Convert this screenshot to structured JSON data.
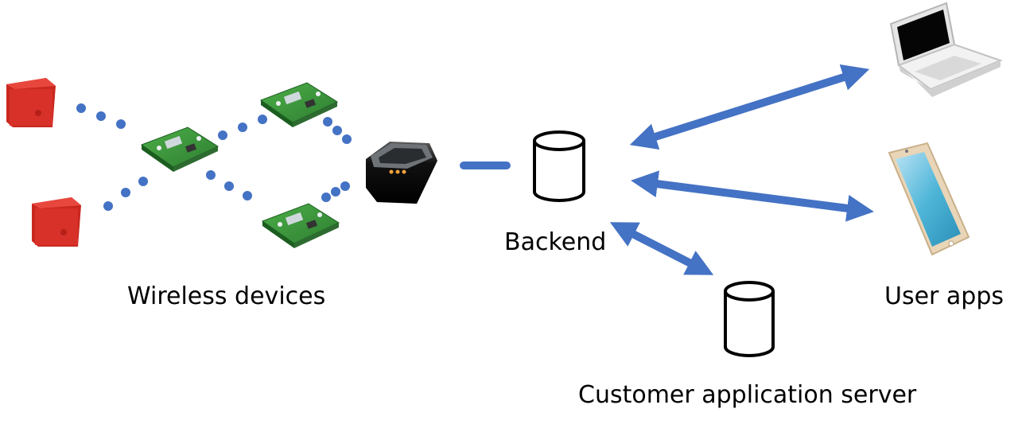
{
  "labels": {
    "wireless_devices": "Wireless devices",
    "backend": "Backend",
    "user_apps": "User apps",
    "customer_server": "Customer application server"
  },
  "colors": {
    "connector": "#4472c4",
    "sensor_tag": "#d7312a",
    "pcb": "#3f9a3a",
    "gateway": "#1a1a1a",
    "text": "#000000"
  },
  "icons": {
    "sensor_tag": "red-sensor-tag-icon",
    "mesh_node": "green-circuit-board-icon",
    "gateway": "black-gateway-icon",
    "database": "database-cylinder-icon",
    "laptop": "laptop-icon",
    "phone": "smartphone-icon"
  }
}
